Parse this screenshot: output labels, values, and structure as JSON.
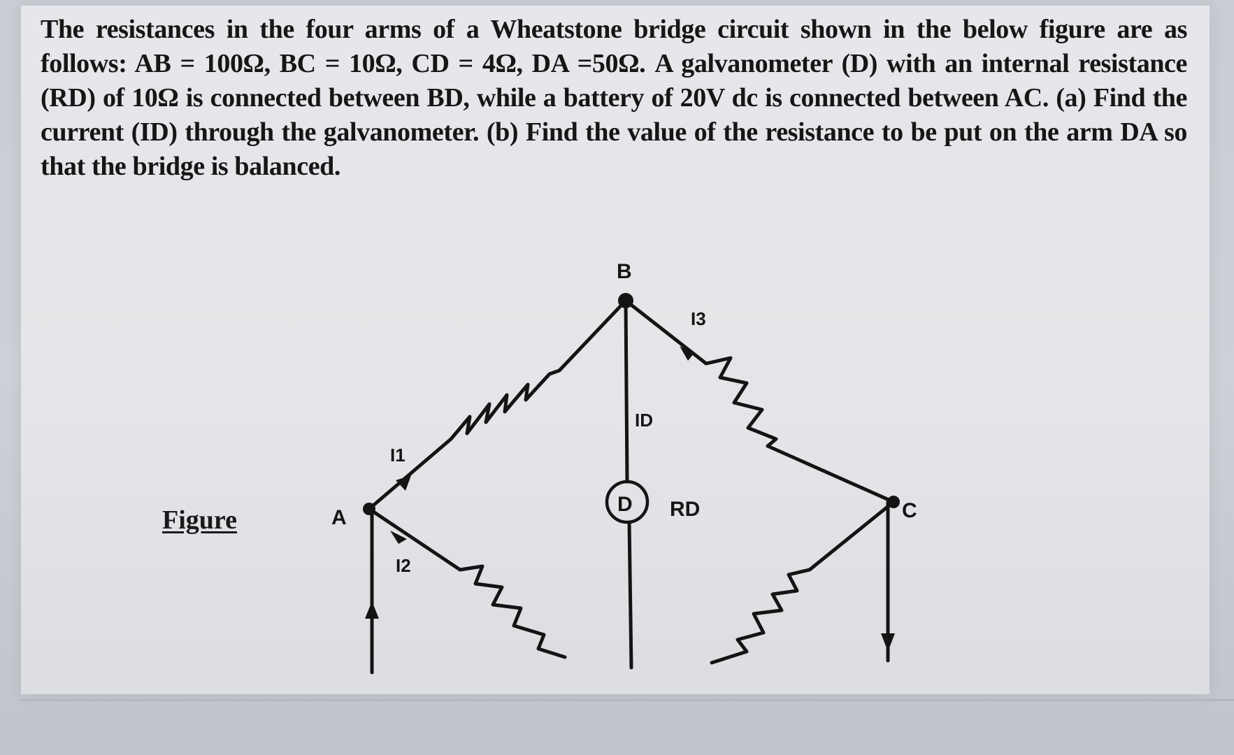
{
  "question": {
    "text": "The resistances in the four arms of a Wheatstone bridge circuit shown in the below figure are as follows: AB = 100Ω, BC = 10Ω, CD = 4Ω, DA =50Ω. A galvanometer (D) with an internal resistance (RD) of 10Ω is connected between BD, while a battery of 20V dc is connected between AC. (a) Find the current (ID) through the galvanometer. (b) Find the value of the resistance to be put on the arm DA so that the bridge is balanced."
  },
  "figure": {
    "label": "Figure",
    "nodes": {
      "a": "A",
      "b": "B",
      "c": "C"
    },
    "galvanometer": "D",
    "galvanometer_resistance": "RD",
    "currents": {
      "i1": "I1",
      "i2": "I2",
      "i3": "I3",
      "id": "ID"
    }
  }
}
